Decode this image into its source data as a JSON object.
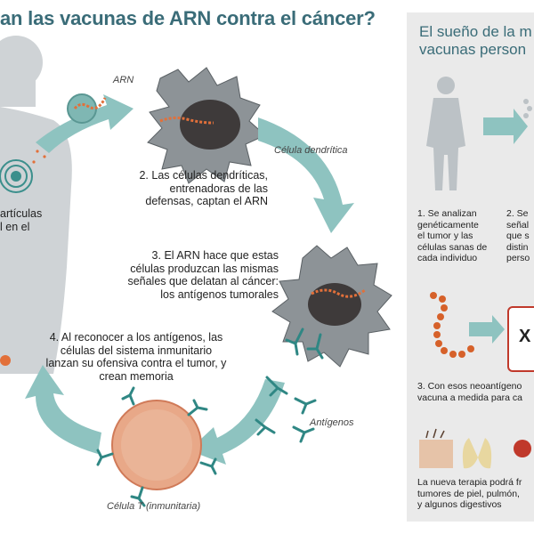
{
  "title": "an las vacunas de ARN contra el cáncer?",
  "main": {
    "label_arn": "ARN",
    "label_dendritic": "Célula dendrítica",
    "label_particles": [
      "artículas",
      "l en el"
    ],
    "step2": [
      "2. Las células dendríticas,",
      "entrenadoras de las",
      "defensas, captan el ARN"
    ],
    "step3": [
      "3. El ARN hace que estas",
      "células produzcan las mismas",
      "señales que delatan al cáncer:",
      "los antígenos tumorales"
    ],
    "step4": [
      "4. Al reconocer a los antígenos, las",
      "células del sistema inmunitario",
      "lanzan su ofensiva contra el tumor, y",
      "crean memoria"
    ],
    "label_antigens": "Antígenos",
    "label_tcell": "Célula T (inmunitaria)"
  },
  "panel": {
    "title": [
      "El sueño de la m",
      "vacunas person"
    ],
    "step1": [
      "1. Se analizan",
      "genéticamente",
      "el tumor y las",
      "células sanas de",
      "cada individuo"
    ],
    "step2": [
      "2. Se",
      "señal",
      "que s",
      "distin",
      "perso"
    ],
    "vaccine_label": "X",
    "step3": [
      "3. Con esos neoantígeno",
      "vacuna a medida para ca"
    ],
    "footer": [
      "La nueva terapia podrá fr",
      "tumores de piel, pulmón,",
      "y algunos digestivos"
    ]
  },
  "colors": {
    "teal": "#7fb7b3",
    "title": "#3a6c78",
    "coral": "#e2703a"
  }
}
